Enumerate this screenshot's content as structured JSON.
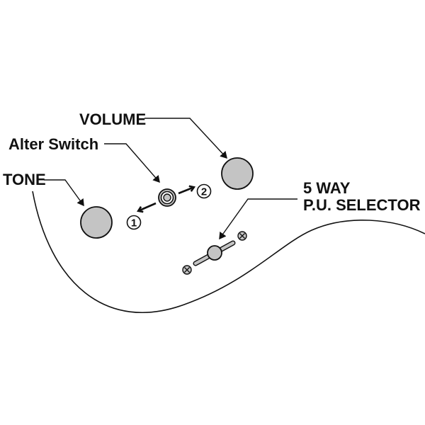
{
  "labels": {
    "volume": "VOLUME",
    "alter_switch": "Alter Switch",
    "tone": "TONE",
    "selector_line1": "5 WAY",
    "selector_line2": "P.U. SELECTOR"
  },
  "switch_positions": {
    "position_1": "1",
    "position_2": "2"
  },
  "colors": {
    "knob_fill": "#c4c4c4",
    "stroke": "#111111",
    "background": "#ffffff"
  }
}
